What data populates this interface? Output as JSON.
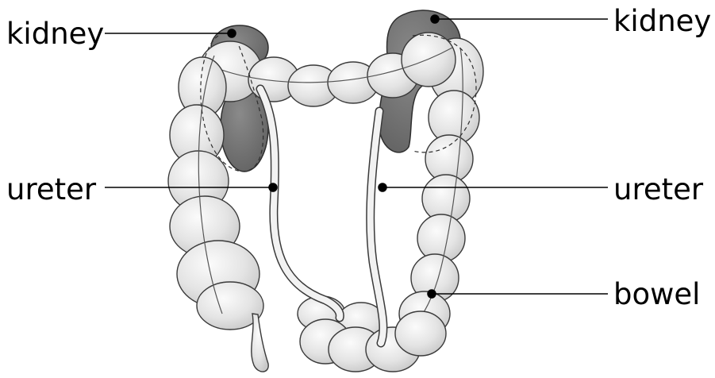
{
  "labels": {
    "kidney_left": "kidney",
    "kidney_right": "kidney",
    "ureter_left": "ureter",
    "ureter_right": "ureter",
    "bowel": "bowel"
  },
  "colors": {
    "bowel_fill": "#e2e2e2",
    "bowel_stroke": "#3a3a3a",
    "kidney_fill": "#6e6e6e",
    "ureter_fill": "#f2f2f2",
    "leader_line": "#000000"
  }
}
